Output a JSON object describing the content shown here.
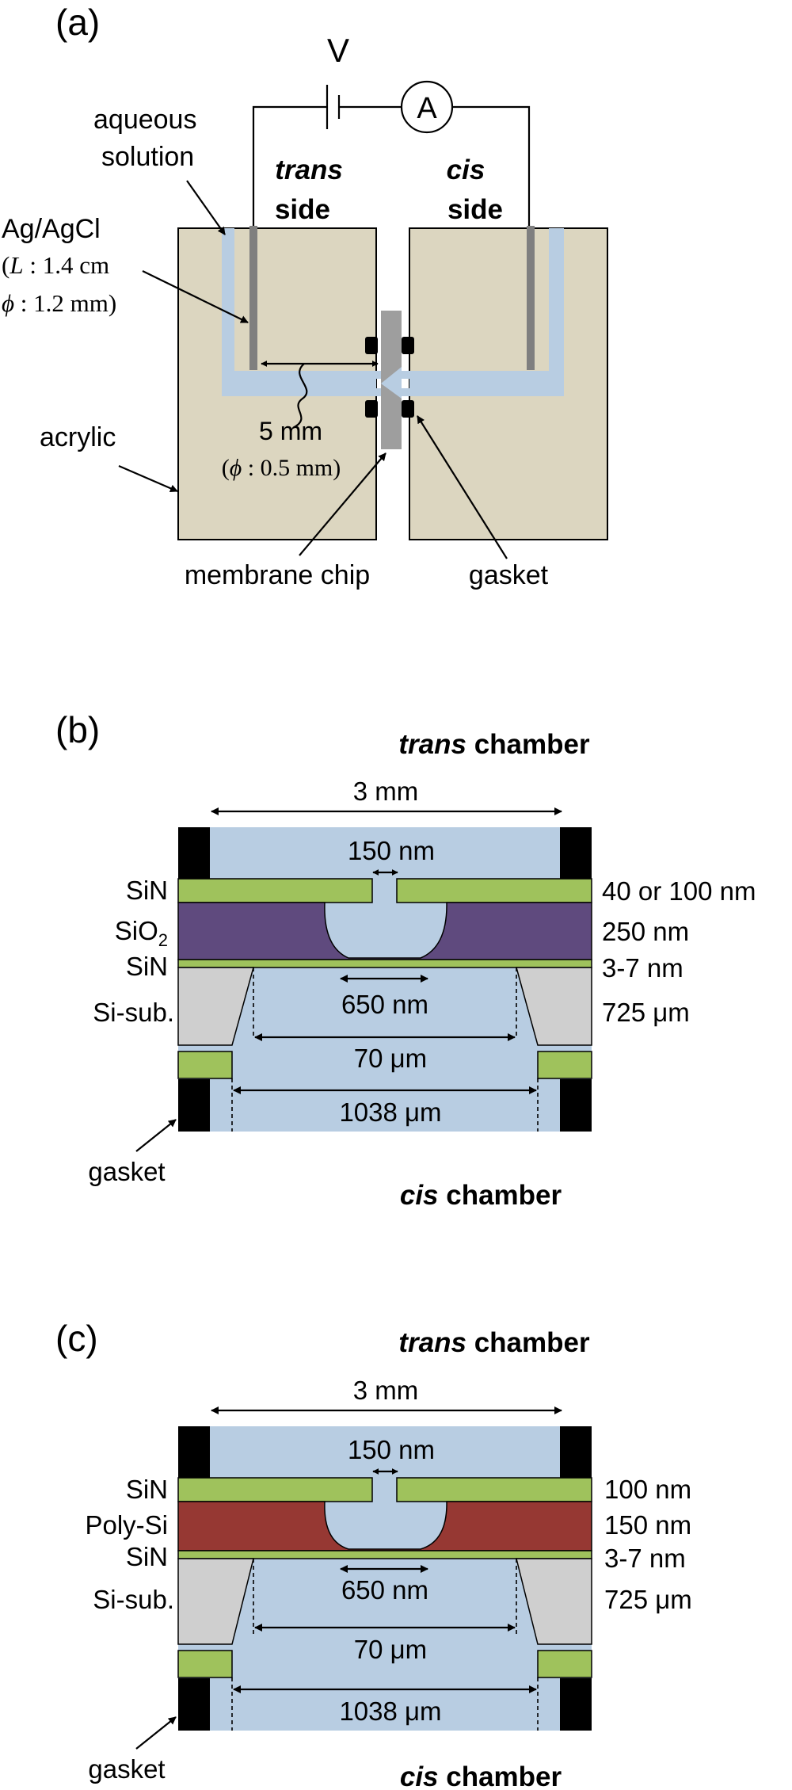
{
  "colors": {
    "acrylic": "#dcd6c0",
    "solution": "#b8cde2",
    "electrode": "#7f7f7f",
    "chip": "#9e9e9e",
    "gasket": "#000000",
    "sin": "#9fc25c",
    "sio2": "#5f4a7e",
    "polysi": "#963833",
    "sisub": "#cfcfcf"
  },
  "panel_a": {
    "label": "(a)",
    "voltage": "V",
    "ammeter": "A",
    "aqueous_1": "aqueous",
    "aqueous_2": "solution",
    "trans_1": "trans",
    "trans_2": "side",
    "cis_1": "cis",
    "cis_2": "side",
    "agcl": "Ag/AgCl",
    "L_open": "(",
    "L_sym": "L",
    "L_rest": " : 1.4 cm",
    "phi1_sym": "ϕ",
    "phi1_rest": " : 1.2 mm)",
    "acrylic": "acrylic",
    "distance": "5 mm",
    "phi2_open": "(",
    "phi2_sym": "ϕ",
    "phi2_rest": " : 0.5 mm)",
    "chip": "membrane chip",
    "gasket": "gasket"
  },
  "panel_b": {
    "label": "(b)",
    "trans_word": "trans",
    "trans_rest": " chamber",
    "cis_word": "cis",
    "cis_rest": " chamber",
    "width": "3 mm",
    "pore": "150 nm",
    "layers": [
      "SiN",
      "SiO",
      "SiN",
      "Si-sub."
    ],
    "layer2_sub": "2",
    "thick": [
      "40 or 100 nm",
      "250 nm",
      "3-7 nm",
      "725 μm"
    ],
    "d1": "650 nm",
    "d2": "70 μm",
    "d3": "1038 μm",
    "gasket": "gasket"
  },
  "panel_c": {
    "label": "(c)",
    "trans_word": "trans",
    "trans_rest": " chamber",
    "cis_word": "cis",
    "cis_rest": " chamber",
    "width": "3 mm",
    "pore": "150 nm",
    "layers": [
      "SiN",
      "Poly-Si",
      "SiN",
      "Si-sub."
    ],
    "thick": [
      "100 nm",
      "150 nm",
      "3-7 nm",
      "725 μm"
    ],
    "d1": "650 nm",
    "d2": "70 μm",
    "d3": "1038 μm",
    "gasket": "gasket"
  }
}
